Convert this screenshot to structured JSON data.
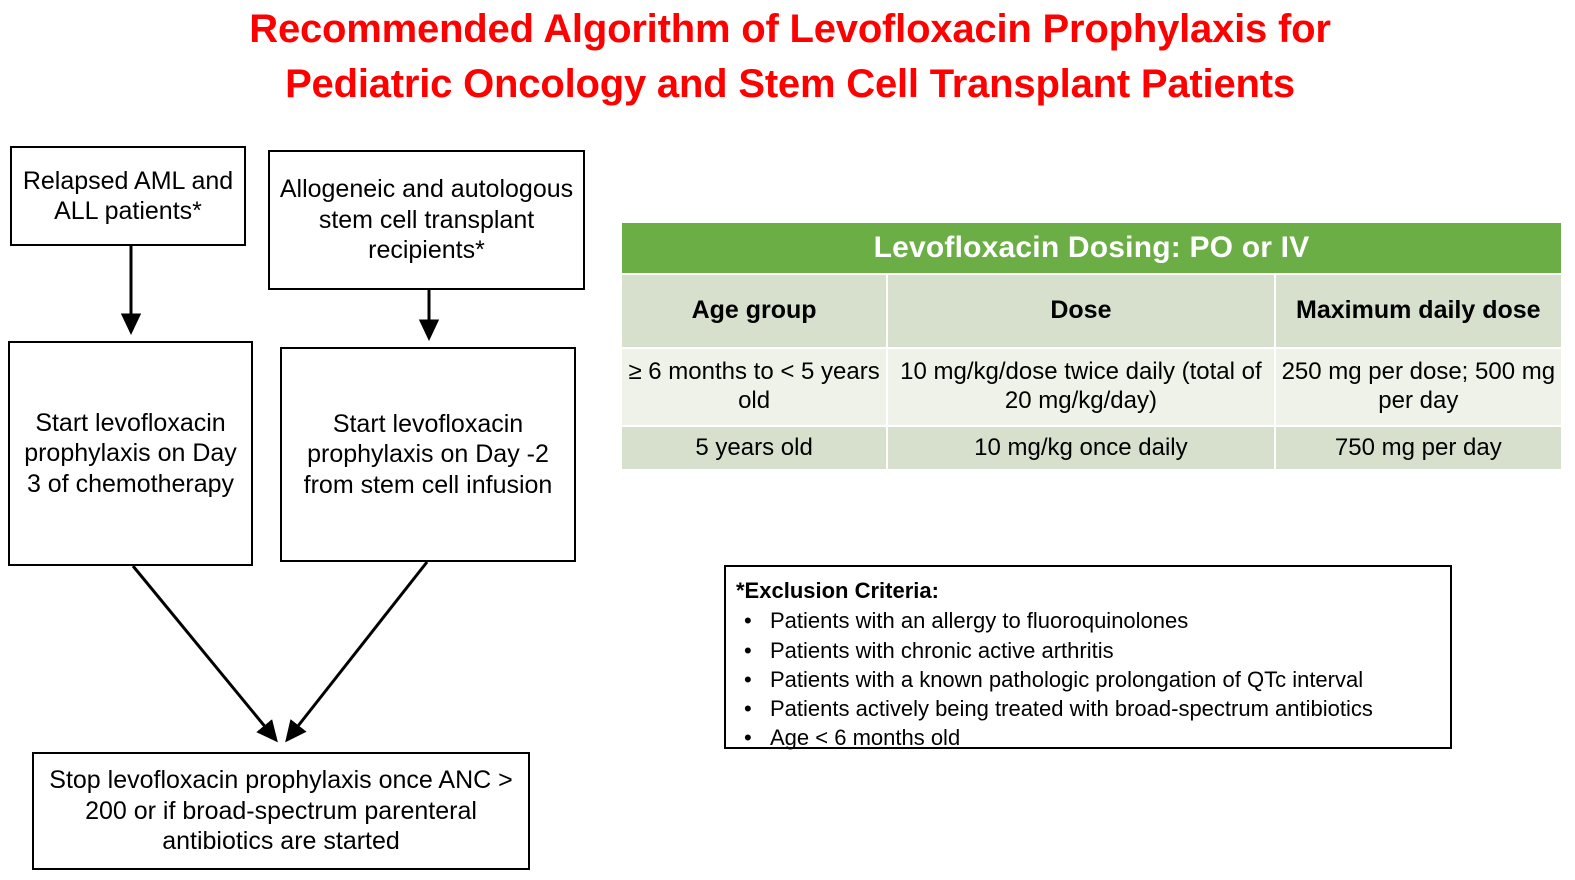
{
  "title": {
    "line1": "Recommended Algorithm of Levofloxacin Prophylaxis for",
    "line2": "Pediatric Oncology and Stem Cell Transplant Patients",
    "color": "#FF0000"
  },
  "flowchart": {
    "boxes": [
      {
        "id": "relapsed",
        "text": "Relapsed AML and ALL patients*"
      },
      {
        "id": "allogeneic",
        "text": "Allogeneic and autologous stem cell transplant recipients*"
      },
      {
        "id": "start_chemo",
        "text": "Start levofloxacin prophylaxis on Day 3 of chemotherapy"
      },
      {
        "id": "start_sct",
        "text": "Start levofloxacin prophylaxis on Day -2 from stem cell infusion"
      },
      {
        "id": "stop",
        "text": "Stop levofloxacin prophylaxis once ANC > 200 or if broad-spectrum parenteral antibiotics are started"
      }
    ]
  },
  "dosing_table": {
    "title": "Levofloxacin Dosing: PO or IV",
    "header_color": "#6CAE46",
    "header_text_color": "#FFFFFF",
    "band_color": "#D6E0CC",
    "row_alt_color": "#EEF2E9",
    "columns": [
      "Age group",
      "Dose",
      "Maximum daily dose"
    ],
    "rows": [
      {
        "age": "≥ 6 months to < 5 years old",
        "dose": "10 mg/kg/dose twice daily (total of 20 mg/kg/day)",
        "max": "250 mg per dose; 500 mg per day"
      },
      {
        "age": "5 years old",
        "dose": "10 mg/kg once daily",
        "max": "750 mg per day"
      }
    ]
  },
  "exclusion": {
    "heading": "*Exclusion Criteria:",
    "bullet_glyph": "•",
    "items": [
      "Patients with an allergy to fluoroquinolones",
      "Patients with chronic active arthritis",
      "Patients with a known pathologic prolongation of QTc interval",
      "Patients actively being treated with broad-spectrum antibiotics",
      "Age < 6 months old"
    ]
  }
}
